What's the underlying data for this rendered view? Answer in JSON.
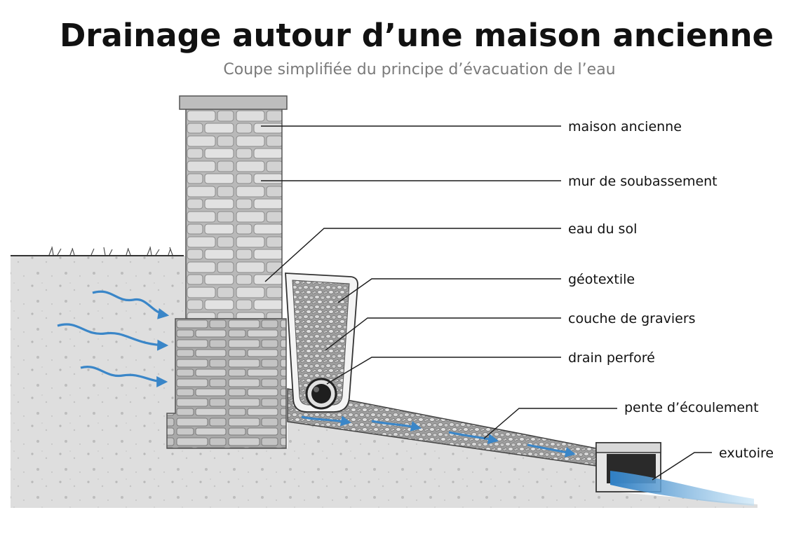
{
  "title": "Drainage autour d’une maison ancienne",
  "subtitle": "Coupe simplifiée du principe d’évacuation de l’eau",
  "labels": {
    "maison": "maison ancienne",
    "mur": "mur de soubassement",
    "eau": "eau du sol",
    "geotextile": "géotextile",
    "graviers": "couche de graviers",
    "drain": "drain perforé",
    "pente": "pente d’écoulement",
    "exutoire": "exutoire"
  },
  "colors": {
    "water": "#3a86c8",
    "soil": "#dcdcdc",
    "stone": "#cfcfcf",
    "gravel": "#bdbdbd"
  }
}
